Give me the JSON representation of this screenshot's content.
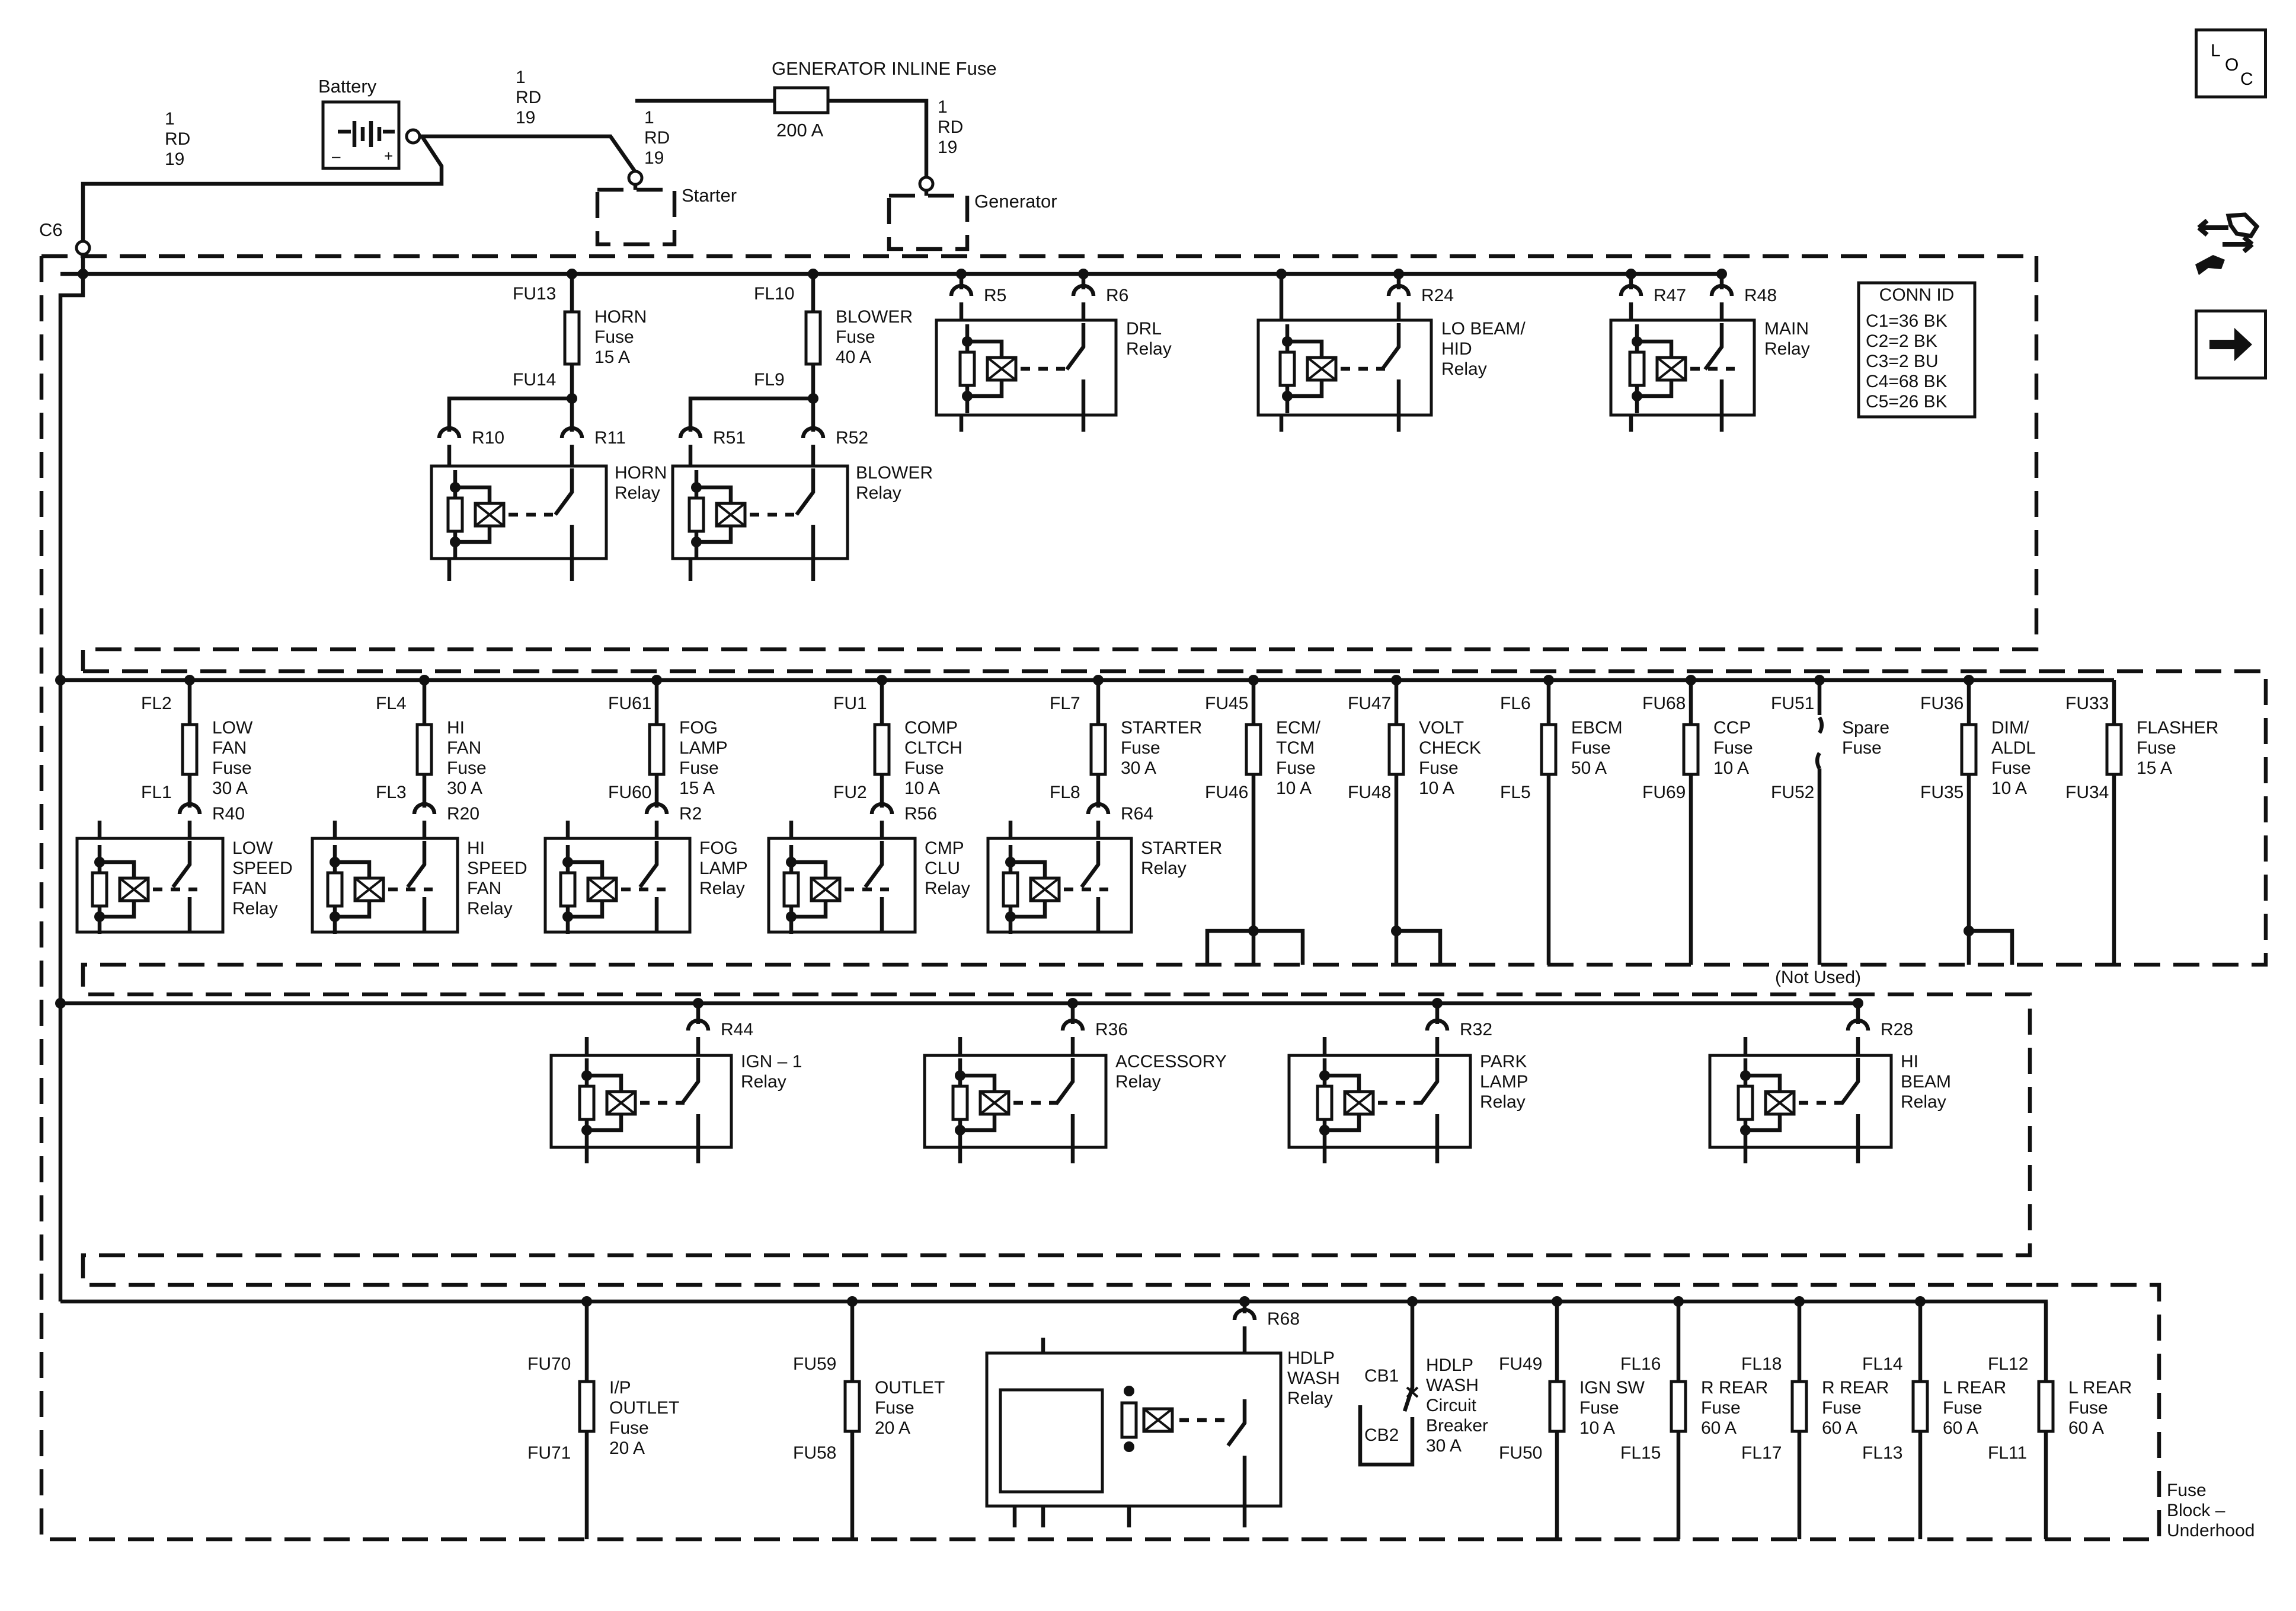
{
  "wires": {
    "battery_lead": [
      "1",
      "RD",
      "19"
    ],
    "battery_to_starter": [
      "1",
      "RD",
      "19"
    ],
    "starter_lead": [
      "1",
      "RD",
      "19"
    ],
    "generator_lead": [
      "1",
      "RD",
      "19"
    ]
  },
  "components": {
    "battery": "Battery",
    "battery_neg": "–",
    "battery_pos": "+",
    "starter": "Starter",
    "generator": "Generator",
    "gen_fuse": [
      "GENERATOR INLINE Fuse",
      "200 A"
    ],
    "connector_c6": "C6"
  },
  "conn_id": {
    "title": "CONN ID",
    "rows": [
      "C1=36 BK",
      "C2=2 BK",
      "C3=2 BU",
      "C4=68 BK",
      "C5=26 BK"
    ]
  },
  "nav": {
    "loc": [
      "L",
      "O",
      "C"
    ],
    "arrow": "➔"
  },
  "section1": {
    "fuses": [
      {
        "top": "FU13",
        "bottom": "FU14",
        "label": [
          "HORN",
          "Fuse",
          "15 A"
        ]
      },
      {
        "top": "FL10",
        "bottom": "FL9",
        "label": [
          "BLOWER",
          "Fuse",
          "40 A"
        ]
      }
    ],
    "relays": [
      {
        "pins": [
          "R10",
          "R11"
        ],
        "label": [
          "HORN",
          "Relay"
        ]
      },
      {
        "pins": [
          "R51",
          "R52"
        ],
        "label": [
          "BLOWER",
          "Relay"
        ]
      },
      {
        "pins": [
          "R5",
          "R6"
        ],
        "label": [
          "DRL",
          "Relay"
        ]
      },
      {
        "pins": [
          "",
          "R24"
        ],
        "label": [
          "LO BEAM/",
          "HID",
          "Relay"
        ]
      },
      {
        "pins": [
          "R47",
          "R48"
        ],
        "label": [
          "MAIN",
          "Relay"
        ]
      }
    ]
  },
  "section2": {
    "fuses": [
      {
        "top": "FL2",
        "bottom": "FL1",
        "label": [
          "LOW",
          "FAN",
          "Fuse",
          "30 A"
        ]
      },
      {
        "top": "FL4",
        "bottom": "FL3",
        "label": [
          "HI",
          "FAN",
          "Fuse",
          "30 A"
        ]
      },
      {
        "top": "FU61",
        "bottom": "FU60",
        "label": [
          "FOG",
          "LAMP",
          "Fuse",
          "15 A"
        ]
      },
      {
        "top": "FU1",
        "bottom": "FU2",
        "label": [
          "COMP",
          "CLTCH",
          "Fuse",
          "10 A"
        ]
      },
      {
        "top": "FL7",
        "bottom": "FL8",
        "label": [
          "STARTER",
          "Fuse",
          "30 A"
        ]
      },
      {
        "top": "FU45",
        "bottom": "FU46",
        "label": [
          "ECM/",
          "TCM",
          "Fuse",
          "10 A"
        ]
      },
      {
        "top": "FU47",
        "bottom": "FU48",
        "label": [
          "VOLT",
          "CHECK",
          "Fuse",
          "10 A"
        ]
      },
      {
        "top": "FL6",
        "bottom": "FL5",
        "label": [
          "EBCM",
          "Fuse",
          "50 A"
        ]
      },
      {
        "top": "FU68",
        "bottom": "FU69",
        "label": [
          "CCP",
          "Fuse",
          "10 A"
        ]
      },
      {
        "top": "FU51",
        "bottom": "FU52",
        "label": [
          "Spare",
          "Fuse"
        ]
      },
      {
        "top": "FU36",
        "bottom": "FU35",
        "label": [
          "DIM/",
          "ALDL",
          "Fuse",
          "10 A"
        ]
      },
      {
        "top": "FU33",
        "bottom": "FU34",
        "label": [
          "FLASHER",
          "Fuse",
          "15 A"
        ]
      }
    ],
    "relays": [
      {
        "pin": "R40",
        "label": [
          "LOW",
          "SPEED",
          "FAN",
          "Relay"
        ]
      },
      {
        "pin": "R20",
        "label": [
          "HI",
          "SPEED",
          "FAN",
          "Relay"
        ]
      },
      {
        "pin": "R2",
        "label": [
          "FOG",
          "LAMP",
          "Relay"
        ]
      },
      {
        "pin": "R56",
        "label": [
          "CMP",
          "CLU",
          "Relay"
        ]
      },
      {
        "pin": "R64",
        "label": [
          "STARTER",
          "Relay"
        ]
      }
    ],
    "not_used": "(Not Used)"
  },
  "section3": {
    "relays": [
      {
        "pin": "R44",
        "label": [
          "IGN – 1",
          "Relay"
        ]
      },
      {
        "pin": "R36",
        "label": [
          "ACCESSORY",
          "Relay"
        ]
      },
      {
        "pin": "R32",
        "label": [
          "PARK",
          "LAMP",
          "Relay"
        ]
      },
      {
        "pin": "R28",
        "label": [
          "HI",
          "BEAM",
          "Relay"
        ]
      }
    ]
  },
  "section4": {
    "fuses": [
      {
        "top": "FU70",
        "bottom": "FU71",
        "label": [
          "I/P",
          "OUTLET",
          "Fuse",
          "20 A"
        ]
      },
      {
        "top": "FU59",
        "bottom": "FU58",
        "label": [
          "OUTLET",
          "Fuse",
          "20 A"
        ]
      },
      {
        "top": "FU49",
        "bottom": "FU50",
        "label": [
          "IGN SW",
          "Fuse",
          "10 A"
        ]
      },
      {
        "top": "FL16",
        "bottom": "FL15",
        "label": [
          "R REAR",
          "Fuse",
          "60 A"
        ]
      },
      {
        "top": "FL18",
        "bottom": "FL17",
        "label": [
          "R REAR",
          "Fuse",
          "60 A"
        ]
      },
      {
        "top": "FL14",
        "bottom": "FL13",
        "label": [
          "L REAR",
          "Fuse",
          "60 A"
        ]
      },
      {
        "top": "FL12",
        "bottom": "FL11",
        "label": [
          "L REAR",
          "Fuse",
          "60 A"
        ]
      }
    ],
    "hdlp_relay": {
      "pin": "R68",
      "label": [
        "HDLP",
        "WASH",
        "Relay"
      ]
    },
    "breaker": {
      "pins": [
        "CB1",
        "CB2"
      ],
      "label": [
        "HDLP",
        "WASH",
        "Circuit",
        "Breaker",
        "30 A"
      ]
    }
  },
  "footer_label": [
    "Fuse",
    "Block –",
    "Underhood"
  ]
}
